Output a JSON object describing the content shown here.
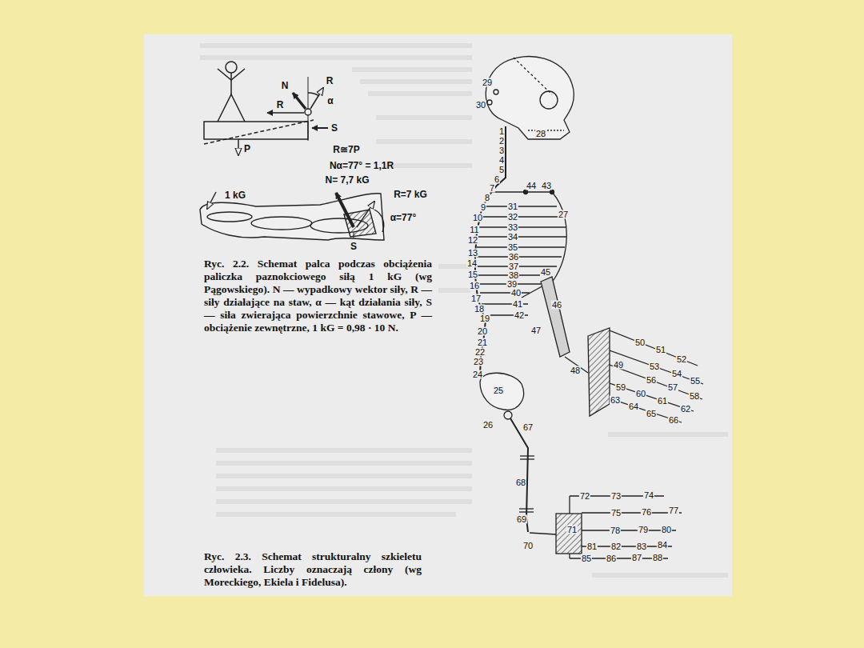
{
  "diagram": {
    "labels": [
      "N",
      "R",
      "α",
      "R",
      "S",
      "P",
      "R≅7P",
      "Nα=77° = 1,1R",
      "N= 7,7 kG",
      "1 kG",
      "R=7 kG",
      "α=77°",
      "S",
      "Ryc. 2.2. Schemat palca podczas obciążenia paliczka paznokciowego siłą 1 kG (wg Pągowskiego). N — wypadkowy wektor siły, R — siły działające na staw, α — kąt działania siły, S — siła zwierająca powierzchnie stawowe, P — obciążenie zewnętrzne, 1 kG = 0,98 · 10 N.",
      "Ryc. 2.3. Schemat strukturalny szkieletu człowieka. Liczby oznaczają człony (wg Moreckiego, Ekiela i Fidelusa).",
      "1",
      "2",
      "3",
      "4",
      "5",
      "6",
      "7",
      "8",
      "9",
      "10",
      "11",
      "12",
      "13",
      "14",
      "15",
      "16",
      "17",
      "18",
      "19",
      "20",
      "21",
      "22",
      "23",
      "24",
      "25",
      "26",
      "27",
      "28",
      "29",
      "30",
      "31",
      "32",
      "33",
      "34",
      "35",
      "36",
      "37",
      "38",
      "39",
      "40",
      "41",
      "42",
      "43",
      "44",
      "45",
      "46",
      "47",
      "48",
      "49",
      "50",
      "51",
      "52",
      "53",
      "54",
      "55",
      "56",
      "57",
      "58",
      "59",
      "60",
      "61",
      "62",
      "63",
      "64",
      "65",
      "66",
      "67",
      "68",
      "69",
      "70",
      "71",
      "72",
      "73",
      "74",
      "75",
      "76",
      "77",
      "78",
      "79",
      "80",
      "81",
      "82",
      "83",
      "84",
      "85",
      "86",
      "87",
      "88"
    ]
  }
}
